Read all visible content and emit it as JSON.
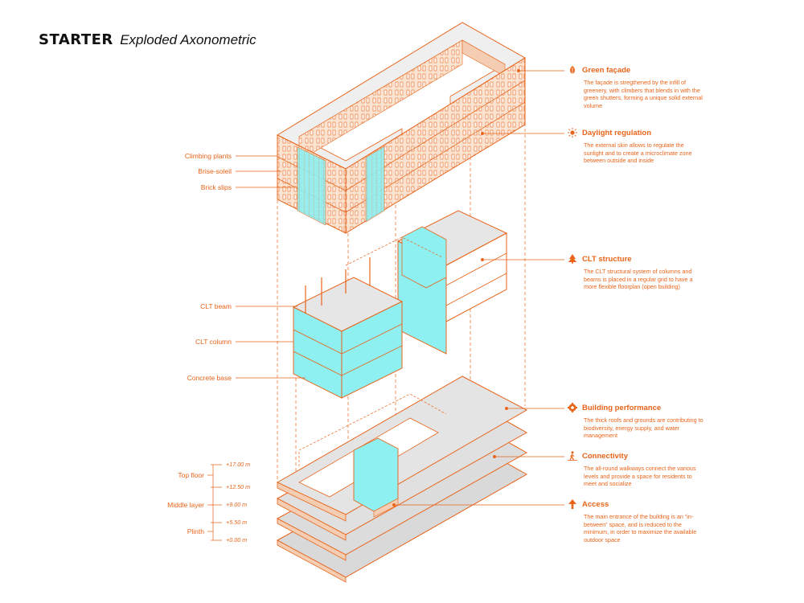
{
  "title": {
    "main": "STARTER",
    "sub": "Exploded Axonometric"
  },
  "colors": {
    "accent": "#e8641a",
    "glass": "#7fe6ea",
    "slab": "#d6d6d6",
    "text": "#111111"
  },
  "left_labels": [
    {
      "name": "climbing-plants",
      "text": "Climbing plants"
    },
    {
      "name": "brise-soleil",
      "text": "Brise-soleil"
    },
    {
      "name": "brick-slips",
      "text": "Brick slips"
    },
    {
      "name": "clt-beam",
      "text": "CLT beam"
    },
    {
      "name": "clt-column",
      "text": "CLT column"
    },
    {
      "name": "concrete-base",
      "text": "Concrete base"
    }
  ],
  "annotations": [
    {
      "icon": "leaf-icon",
      "title": "Green façade",
      "body": "The façade is stregthened by the infill of greenery, with climbers that blends in with the green shutters, forming a unique solid external volume"
    },
    {
      "icon": "sun-icon",
      "title": "Daylight regulation",
      "body": "The external skin allows to regulate the sunlight and to create a microclimate zone between outside and inside"
    },
    {
      "icon": "tree-icon",
      "title": "CLT structure",
      "body": "The CLT structural system of columns and beams is placed in a regular grid to have a more flexible floorplan (open building)"
    },
    {
      "icon": "gear-icon",
      "title": "Building performance",
      "body": "The thick roofs and grounds are contributing to biodiversity, energy supply, and water management"
    },
    {
      "icon": "walker-icon",
      "title": "Connectivity",
      "body": "The all-round walkways connect the various levels and provide a space for residents to meet and socialize"
    },
    {
      "icon": "arrow-up-icon",
      "title": "Access",
      "body": "The main entrance of the building is an “in-between” space, and is reduced to the minimum, in order to maximize the available outdoor space"
    }
  ],
  "levels": [
    {
      "name": "top-floor",
      "text": "Top floor"
    },
    {
      "name": "middle-layer",
      "text": "Middle layer"
    },
    {
      "name": "plinth",
      "text": "Plinth"
    }
  ],
  "elevations": [
    "+17.00 m",
    "+12.50 m",
    "+9.00 m",
    "+5.50 m",
    "+0.00 m"
  ]
}
